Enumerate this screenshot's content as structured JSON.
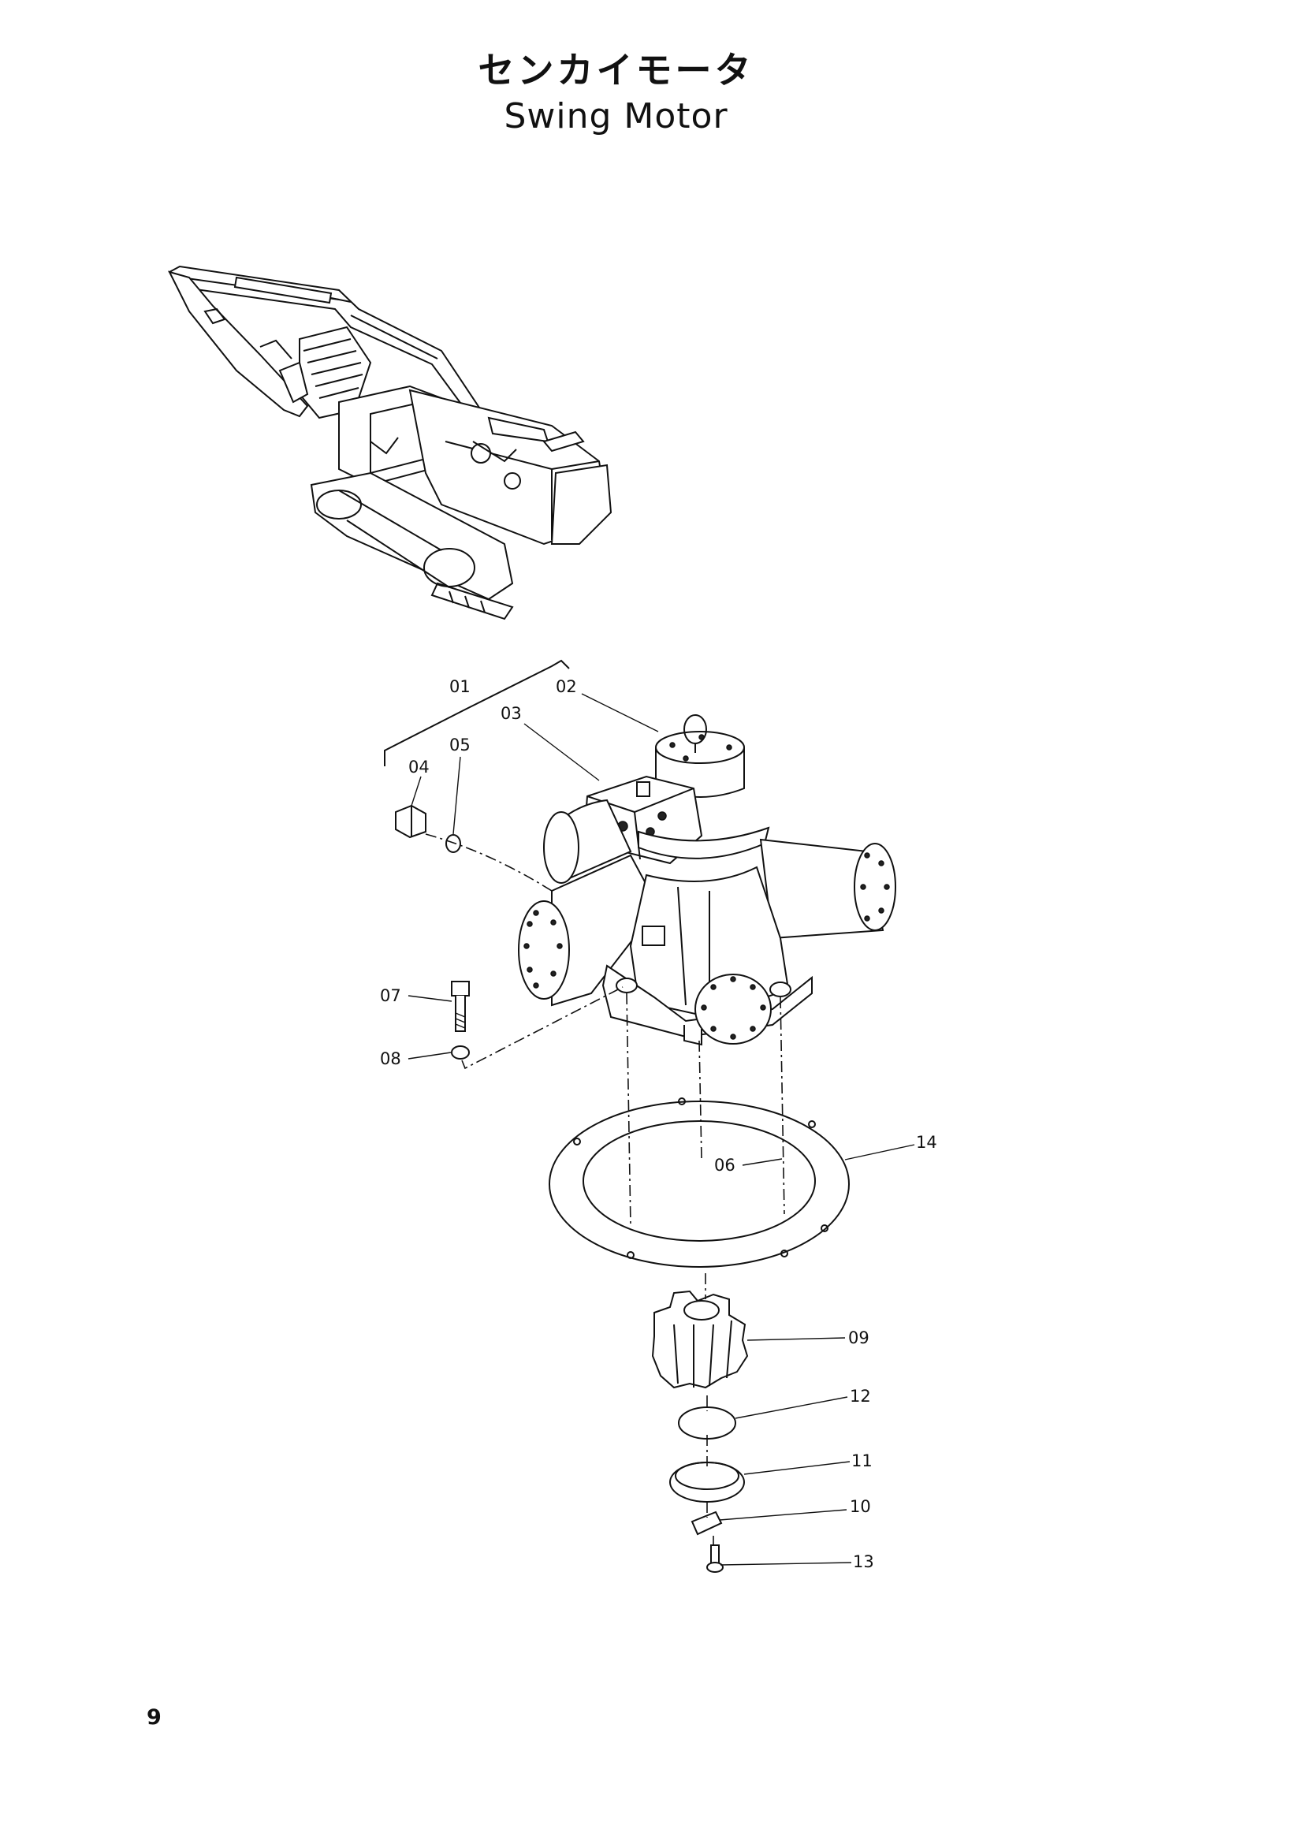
{
  "header": {
    "title_jp": "センカイモータ",
    "title_en": "Swing Motor"
  },
  "footer": {
    "page_number": "9"
  },
  "callouts": [
    {
      "id": "c01",
      "label": "01"
    },
    {
      "id": "c02",
      "label": "02"
    },
    {
      "id": "c03",
      "label": "03"
    },
    {
      "id": "c04",
      "label": "04"
    },
    {
      "id": "c05",
      "label": "05"
    },
    {
      "id": "c06",
      "label": "06"
    },
    {
      "id": "c07",
      "label": "07"
    },
    {
      "id": "c08",
      "label": "08"
    },
    {
      "id": "c09",
      "label": "09"
    },
    {
      "id": "c10",
      "label": "10"
    },
    {
      "id": "c11",
      "label": "11"
    },
    {
      "id": "c12",
      "label": "12"
    },
    {
      "id": "c13",
      "label": "13"
    },
    {
      "id": "c14",
      "label": "14"
    }
  ]
}
